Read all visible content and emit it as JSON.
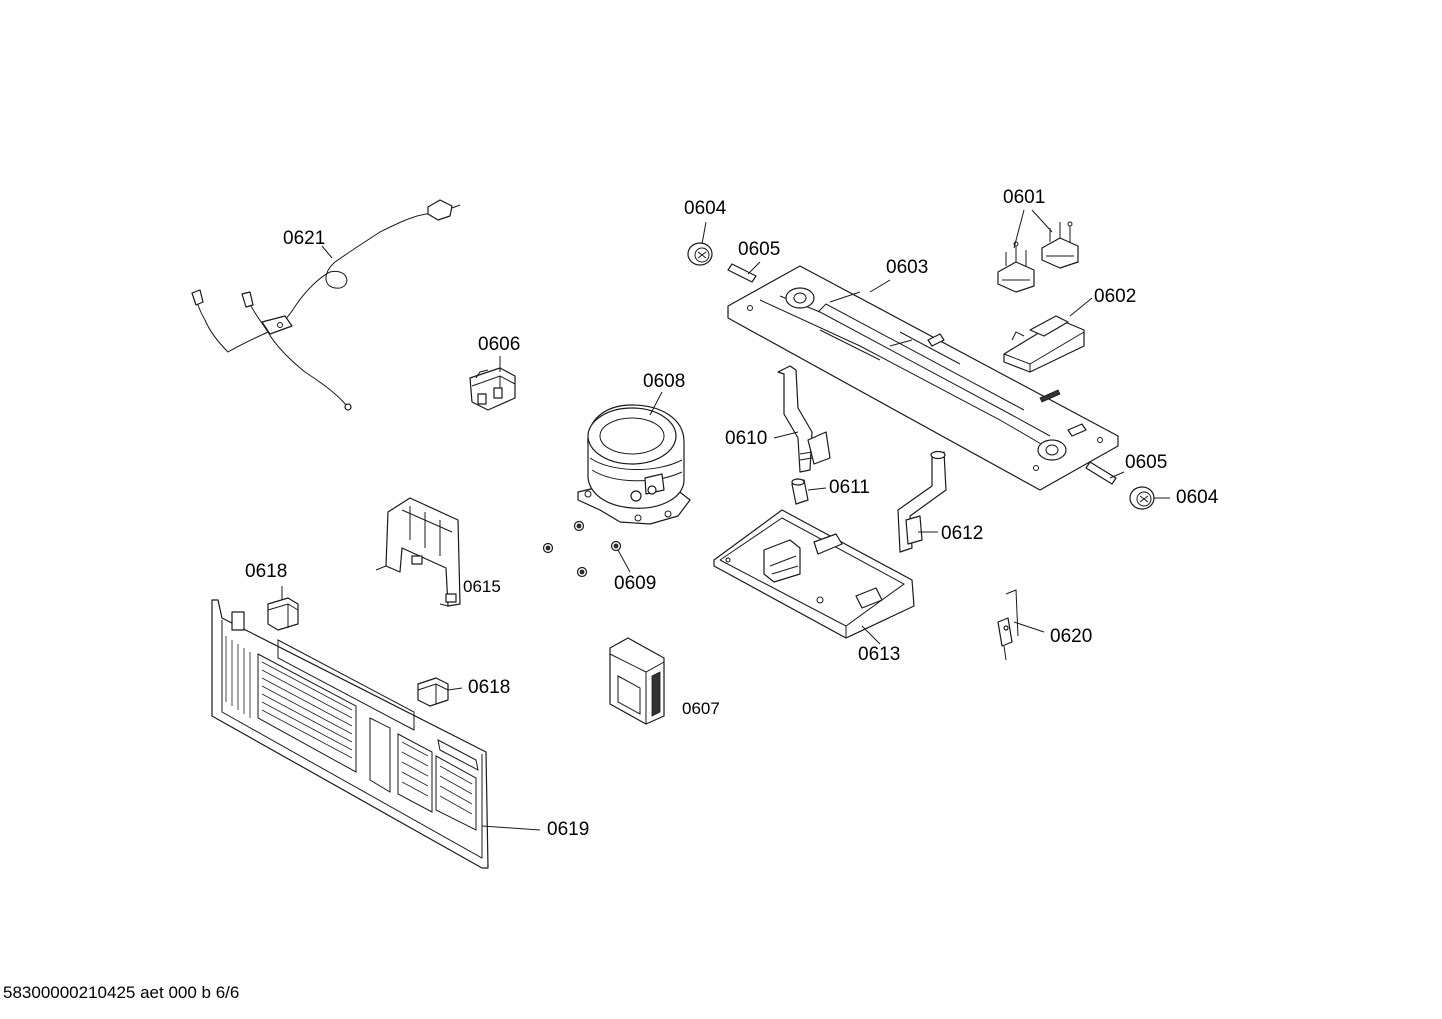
{
  "callouts": {
    "p0601": "0601",
    "p0602": "0602",
    "p0603": "0603",
    "p0604a": "0604",
    "p0604b": "0604",
    "p0605a": "0605",
    "p0605b": "0605",
    "p0606": "0606",
    "p0607": "0607",
    "p0608": "0608",
    "p0609": "0609",
    "p0610": "0610",
    "p0611": "0611",
    "p0612": "0612",
    "p0613": "0613",
    "p0615": "0615",
    "p0618a": "0618",
    "p0618b": "0618",
    "p0619": "0619",
    "p0620": "0620",
    "p0621": "0621"
  },
  "footer": "58300000210425 aet 000 b 6/6"
}
